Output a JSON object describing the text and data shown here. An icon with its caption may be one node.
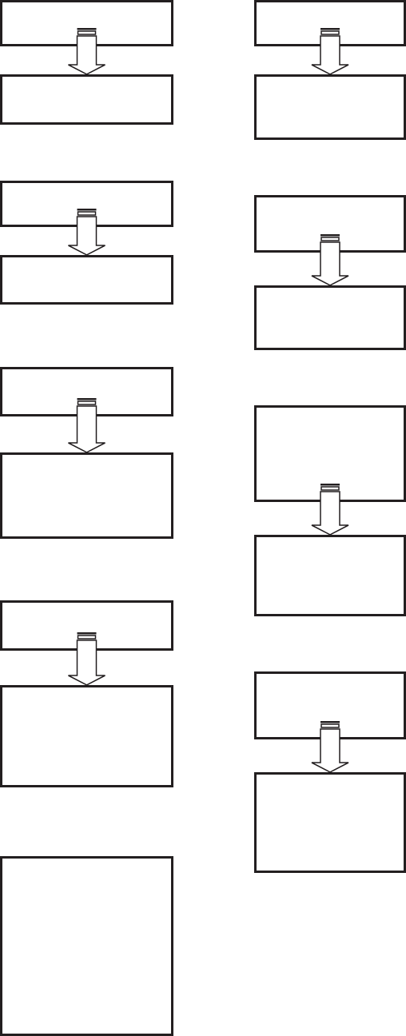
{
  "diagram": {
    "nodes": [
      {
        "text": [],
        "shape": "box"
      },
      {
        "text": [],
        "shape": "box"
      },
      {
        "text": [],
        "shape": "box"
      },
      {
        "text": [],
        "shape": "box"
      },
      {
        "text": [],
        "shape": "box"
      },
      {
        "text": [],
        "shape": "box"
      },
      {
        "text": [],
        "shape": "box"
      },
      {
        "text": [],
        "shape": "box"
      },
      {
        "text": [],
        "shape": "box"
      },
      {
        "text": [],
        "shape": "box"
      },
      {
        "text": [],
        "shape": "box"
      },
      {
        "text": [],
        "shape": "box"
      },
      {
        "text": [],
        "shape": "box"
      },
      {
        "text": [],
        "shape": "box"
      },
      {
        "text": [],
        "shape": "box"
      },
      {
        "text": [],
        "shape": "box"
      },
      {
        "text": [],
        "shape": "box"
      }
    ],
    "edges": [
      {
        "from": 0,
        "to": 1,
        "arrow": "to"
      },
      {
        "from": 2,
        "to": 3,
        "arrow": "to"
      },
      {
        "from": 4,
        "to": 5,
        "arrow": "to"
      },
      {
        "from": 6,
        "to": 7,
        "arrow": "to"
      },
      {
        "from": 9,
        "to": 10,
        "arrow": "to"
      },
      {
        "from": 11,
        "to": 12,
        "arrow": "to"
      },
      {
        "from": 13,
        "to": 14,
        "arrow": "to"
      },
      {
        "from": 15,
        "to": 16,
        "arrow": "to"
      }
    ]
  }
}
